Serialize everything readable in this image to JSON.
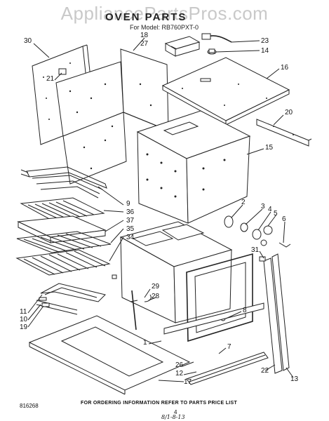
{
  "watermark": "AppliancePartsPros.com",
  "header": {
    "title": "OVEN PARTS",
    "model": "For Model: RB760PXT-0"
  },
  "callouts": [
    "30",
    "18",
    "27",
    "23",
    "14",
    "21",
    "16",
    "20",
    "15",
    "9",
    "36",
    "37",
    "35",
    "34",
    "2",
    "3",
    "4",
    "5",
    "6",
    "31",
    "29",
    "28",
    "8",
    "11",
    "10",
    "19",
    "1",
    "7",
    "26",
    "12",
    "17",
    "22",
    "13"
  ],
  "footer": {
    "code": "816268",
    "note": "FOR ORDERING INFORMATION REFER TO PARTS PRICE LIST",
    "page": "4",
    "handwriting": "8/1-8-13"
  }
}
